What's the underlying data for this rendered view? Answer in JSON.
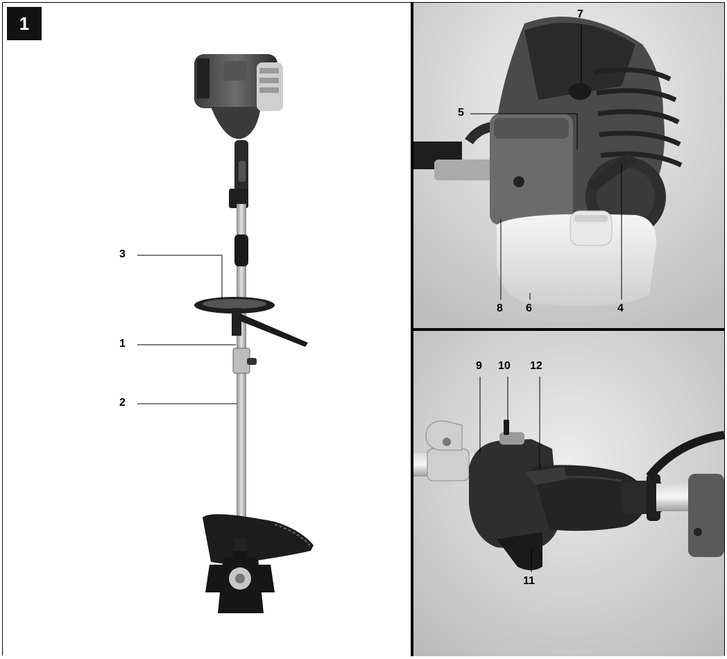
{
  "figure": {
    "number": "1",
    "left_labels": {
      "l1": "1",
      "l2": "2",
      "l3": "3"
    },
    "top_right_labels": {
      "l4": "4",
      "l5": "5",
      "l6": "6",
      "l7": "7",
      "l8": "8"
    },
    "bottom_right_labels": {
      "l9": "9",
      "l10": "10",
      "l11": "11",
      "l12": "12"
    }
  }
}
